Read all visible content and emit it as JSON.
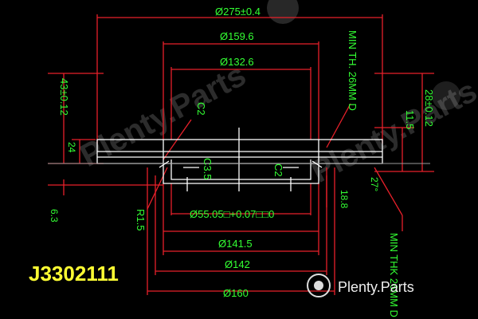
{
  "dimensions": {
    "d275": "Ø275±0.4",
    "d159": "Ø159.6",
    "d132": "Ø132.6",
    "h43": "43±0.12",
    "c2_left": "C2",
    "v24": "24",
    "c35": "C3.5",
    "c2_right": "C2",
    "r15": "R1.5",
    "v63": "6.3",
    "d55": "Ø55.05□+0.07□□0",
    "d1415": "Ø141.5",
    "d142": "Ø142",
    "d160": "Ø160",
    "min_th_top": "MIN TH. 26MM D",
    "h28": "28±0.12",
    "v115": "11.5",
    "v188": "18.8",
    "angle27": "27°",
    "min_th_bottom": "MIN THK 26MM D"
  },
  "part_number": "J3302111",
  "watermark": {
    "text": "Plenty.Parts",
    "logo_text": "Plenty.Parts"
  },
  "colors": {
    "background": "#000000",
    "dimension_text": "#33ff33",
    "part_number": "#ffff33",
    "dimension_lines": "#e8202a",
    "profile": "#ffffff"
  }
}
